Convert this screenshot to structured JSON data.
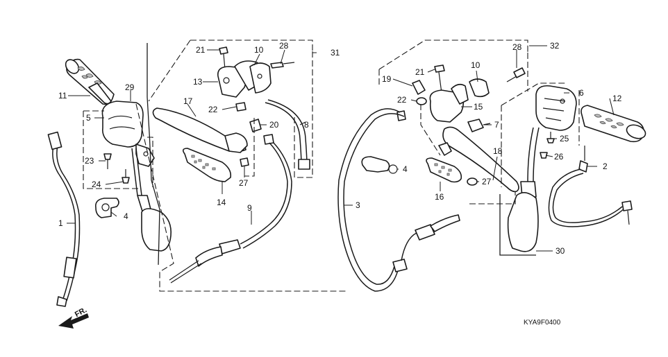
{
  "diagram": {
    "code": "KYA9F0400",
    "direction_label": "FR.",
    "callouts": [
      "1",
      "2",
      "3",
      "4",
      "4",
      "5",
      "6",
      "7",
      "8",
      "9",
      "10",
      "10",
      "11",
      "12",
      "13",
      "14",
      "15",
      "16",
      "17",
      "18",
      "19",
      "20",
      "21",
      "21",
      "22",
      "22",
      "23",
      "24",
      "25",
      "26",
      "27",
      "27",
      "28",
      "28",
      "29",
      "30",
      "31",
      "32"
    ]
  },
  "colors": {
    "line": "#1a1a1a",
    "background": "#ffffff",
    "grip_texture": "#bdbdbd"
  }
}
